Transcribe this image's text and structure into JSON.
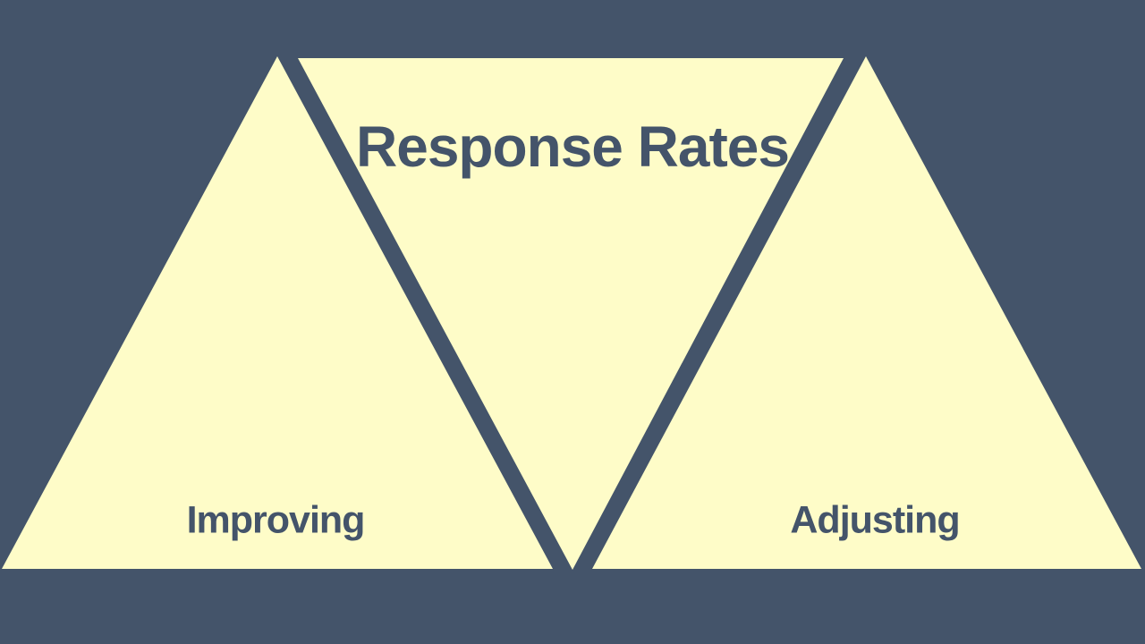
{
  "colors": {
    "background": "#44546A",
    "triangle_fill": "#FEFCC8",
    "text": "#44546A"
  },
  "diagram": {
    "type": "triangle-banner",
    "center": {
      "label": "Response Rates",
      "shape": "inverted-triangle"
    },
    "left": {
      "label": "Improving",
      "shape": "upward-triangle"
    },
    "right": {
      "label": "Adjusting",
      "shape": "upward-triangle"
    }
  }
}
